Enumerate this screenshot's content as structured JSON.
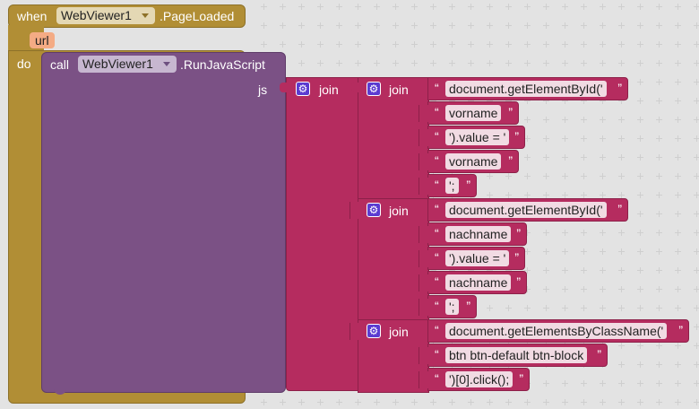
{
  "event": {
    "when_label": "when",
    "component": "WebViewer1",
    "event_name": ".PageLoaded",
    "param": "url",
    "do_label": "do"
  },
  "call": {
    "call_label": "call",
    "component": "WebViewer1",
    "method": ".RunJavaScript",
    "arg_label": "js"
  },
  "join_label": "join",
  "joins": [
    {
      "items": [
        "document.getElementById('",
        "vorname",
        "').value = '",
        "vorname",
        "';"
      ]
    },
    {
      "items": [
        "document.getElementById('",
        "nachname",
        "').value = '",
        "nachname",
        "';"
      ]
    },
    {
      "items": [
        "document.getElementsByClassName('",
        "btn btn-default btn-block",
        "')[0].click();"
      ]
    }
  ],
  "quote_open": "“",
  "quote_close": "”",
  "colors": {
    "event": "#b18e35",
    "call": "#7b5185",
    "text": "#b52c5f",
    "gear": "#5b3bd0"
  }
}
